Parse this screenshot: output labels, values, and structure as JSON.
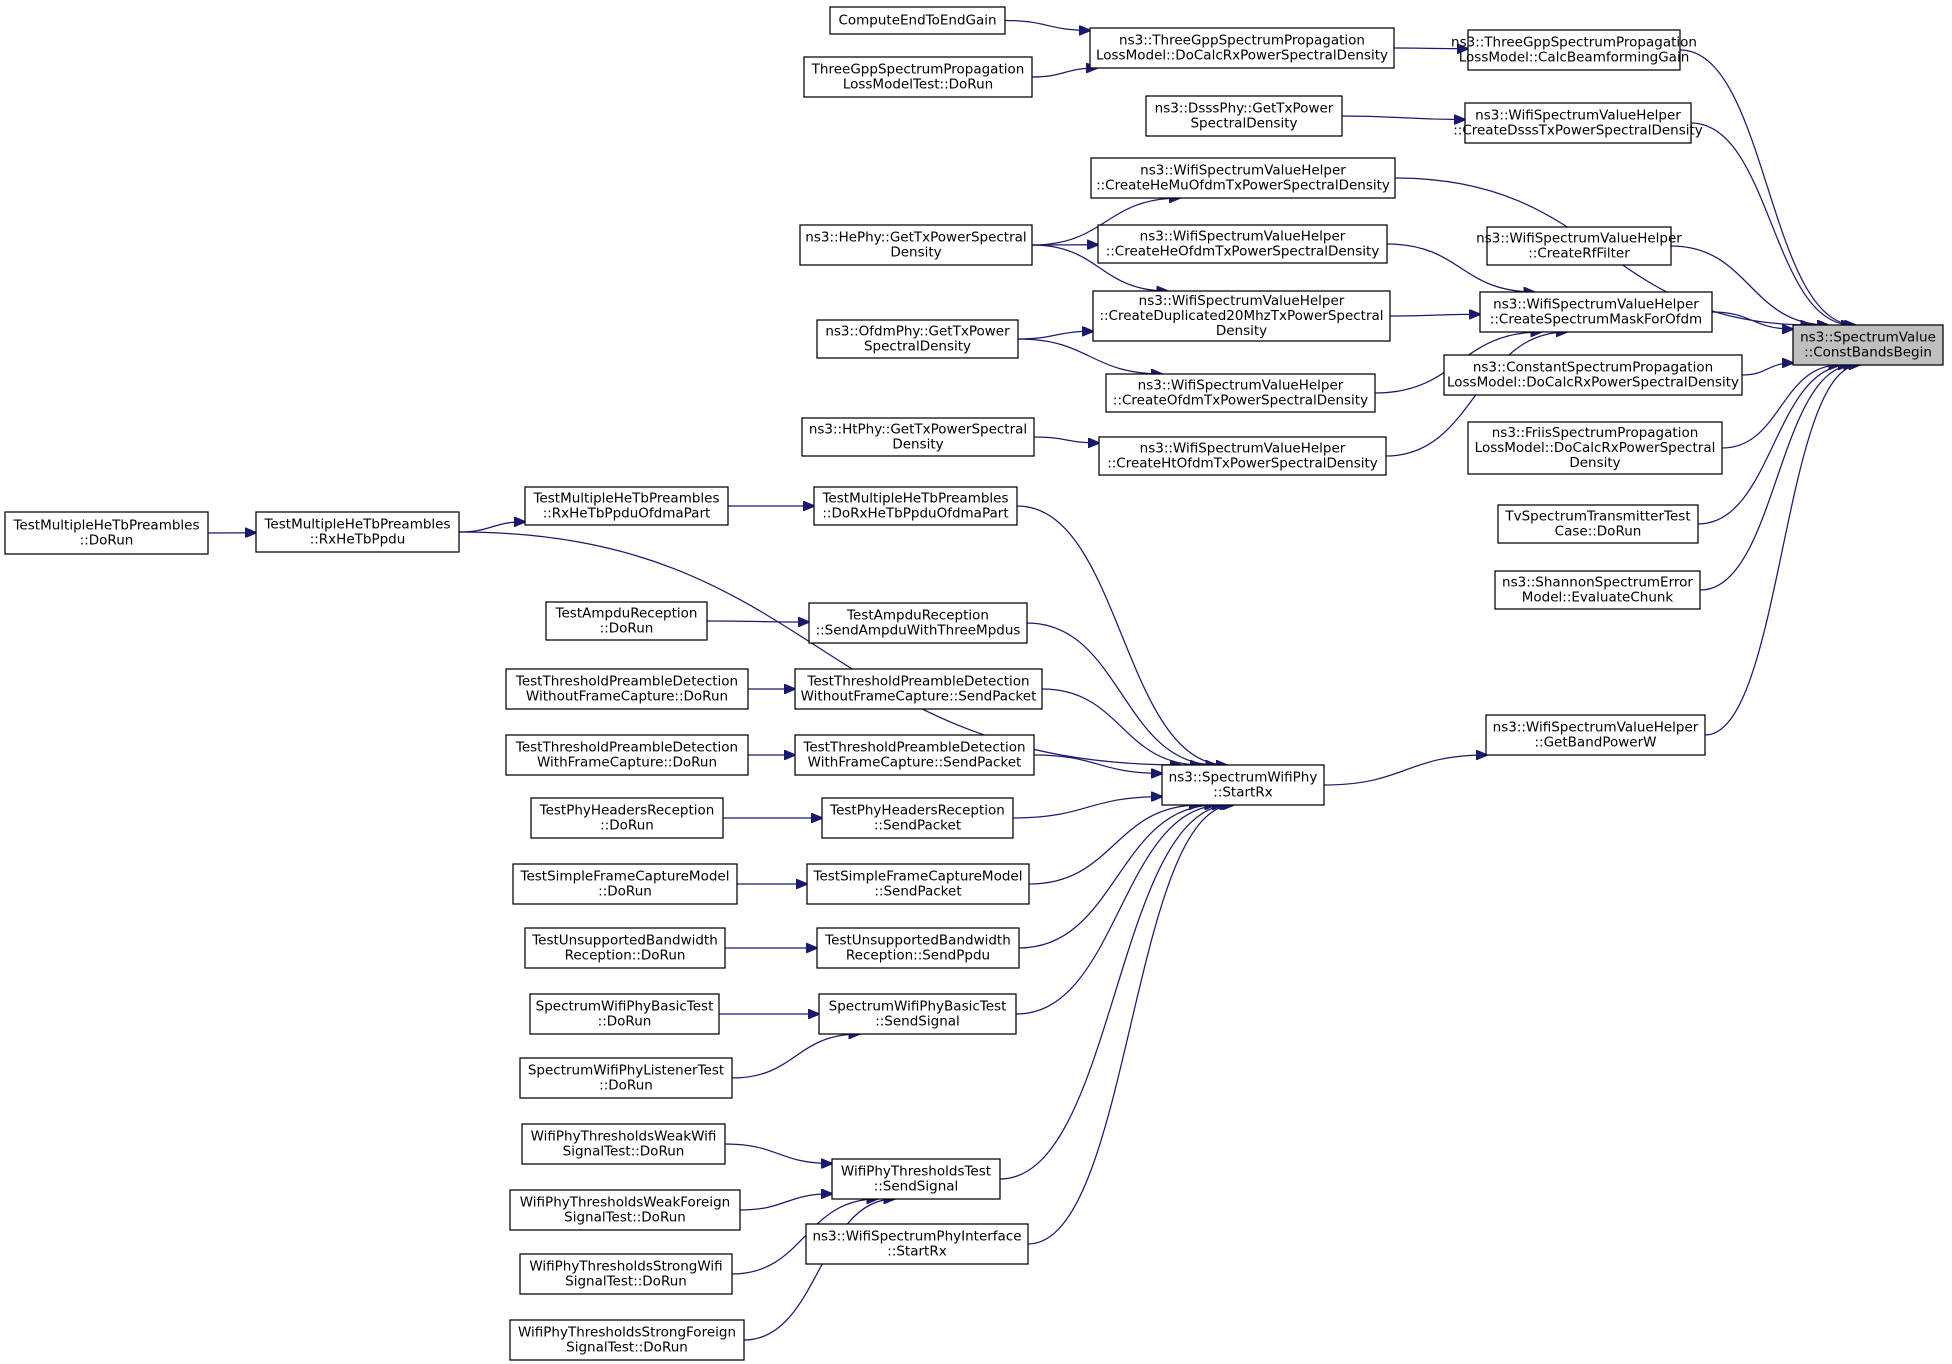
{
  "colors": {
    "edge": "#191970",
    "node_border": "#000000",
    "focus_fill": "#bfbfbf",
    "background": "#ffffff"
  },
  "graph": {
    "nodes": [
      {
        "id": "cbb",
        "lines": [
          "ns3::SpectrumValue",
          "::ConstBandsBegin"
        ],
        "focus": true
      },
      {
        "id": "tg_bf",
        "lines": [
          "ns3::ThreeGppSpectrumPropagation",
          "LossModel::CalcBeamformingGain"
        ]
      },
      {
        "id": "tg_dc",
        "lines": [
          "ns3::ThreeGppSpectrumPropagation",
          "LossModel::DoCalcRxPowerSpectralDensity"
        ]
      },
      {
        "id": "ce2e",
        "lines": [
          "ComputeEndToEndGain"
        ]
      },
      {
        "id": "tgtest",
        "lines": [
          "ThreeGppSpectrumPropagation",
          "LossModelTest::DoRun"
        ]
      },
      {
        "id": "cdsss",
        "lines": [
          "ns3::WifiSpectrumValueHelper",
          "::CreateDsssTxPowerSpectralDensity"
        ]
      },
      {
        "id": "dsssphy",
        "lines": [
          "ns3::DsssPhy::GetTxPower",
          "SpectralDensity"
        ]
      },
      {
        "id": "cmu",
        "lines": [
          "ns3::WifiSpectrumValueHelper",
          "::CreateHeMuOfdmTxPowerSpectralDensity"
        ]
      },
      {
        "id": "hephy",
        "lines": [
          "ns3::HePhy::GetTxPowerSpectral",
          "Density"
        ]
      },
      {
        "id": "crf",
        "lines": [
          "ns3::WifiSpectrumValueHelper",
          "::CreateRfFilter"
        ]
      },
      {
        "id": "che",
        "lines": [
          "ns3::WifiSpectrumValueHelper",
          "::CreateHeOfdmTxPowerSpectralDensity"
        ]
      },
      {
        "id": "cmask",
        "lines": [
          "ns3::WifiSpectrumValueHelper",
          "::CreateSpectrumMaskForOfdm"
        ]
      },
      {
        "id": "cdup",
        "lines": [
          "ns3::WifiSpectrumValueHelper",
          "::CreateDuplicated20MhzTxPowerSpectral",
          "Density"
        ]
      },
      {
        "id": "ofdmphy",
        "lines": [
          "ns3::OfdmPhy::GetTxPower",
          "SpectralDensity"
        ]
      },
      {
        "id": "const",
        "lines": [
          "ns3::ConstantSpectrumPropagation",
          "LossModel::DoCalcRxPowerSpectralDensity"
        ]
      },
      {
        "id": "cofdm",
        "lines": [
          "ns3::WifiSpectrumValueHelper",
          "::CreateOfdmTxPowerSpectralDensity"
        ]
      },
      {
        "id": "friis",
        "lines": [
          "ns3::FriisSpectrumPropagation",
          "LossModel::DoCalcRxPowerSpectral",
          "Density"
        ]
      },
      {
        "id": "htphy",
        "lines": [
          "ns3::HtPhy::GetTxPowerSpectral",
          "Density"
        ]
      },
      {
        "id": "cht",
        "lines": [
          "ns3::WifiSpectrumValueHelper",
          "::CreateHtOfdmTxPowerSpectralDensity"
        ]
      },
      {
        "id": "tmhe_dorun",
        "lines": [
          "TestMultipleHeTbPreambles",
          "::DoRun"
        ]
      },
      {
        "id": "tmhe_rx",
        "lines": [
          "TestMultipleHeTbPreambles",
          "::RxHeTbPpdu"
        ]
      },
      {
        "id": "tmhe_rxofdma",
        "lines": [
          "TestMultipleHeTbPreambles",
          "::RxHeTbPpduOfdmaPart"
        ]
      },
      {
        "id": "tmhe_dorx",
        "lines": [
          "TestMultipleHeTbPreambles",
          "::DoRxHeTbPpduOfdmaPart"
        ]
      },
      {
        "id": "tv",
        "lines": [
          "TvSpectrumTransmitterTest",
          "Case::DoRun"
        ]
      },
      {
        "id": "shannon",
        "lines": [
          "ns3::ShannonSpectrumError",
          "Model::EvaluateChunk"
        ]
      },
      {
        "id": "ampdu_dorun",
        "lines": [
          "TestAmpduReception",
          "::DoRun"
        ]
      },
      {
        "id": "ampdu_send",
        "lines": [
          "TestAmpduReception",
          "::SendAmpduWithThreeMpdus"
        ]
      },
      {
        "id": "tpwo_dorun",
        "lines": [
          "TestThresholdPreambleDetection",
          "WithoutFrameCapture::DoRun"
        ]
      },
      {
        "id": "tpwo_send",
        "lines": [
          "TestThresholdPreambleDetection",
          "WithoutFrameCapture::SendPacket"
        ]
      },
      {
        "id": "gbp",
        "lines": [
          "ns3::WifiSpectrumValueHelper",
          "::GetBandPowerW"
        ]
      },
      {
        "id": "tpw_dorun",
        "lines": [
          "TestThresholdPreambleDetection",
          "WithFrameCapture::DoRun"
        ]
      },
      {
        "id": "tpw_send",
        "lines": [
          "TestThresholdPreambleDetection",
          "WithFrameCapture::SendPacket"
        ]
      },
      {
        "id": "startrx",
        "lines": [
          "ns3::SpectrumWifiPhy",
          "::StartRx"
        ]
      },
      {
        "id": "phr_dorun",
        "lines": [
          "TestPhyHeadersReception",
          "::DoRun"
        ]
      },
      {
        "id": "phr_send",
        "lines": [
          "TestPhyHeadersReception",
          "::SendPacket"
        ]
      },
      {
        "id": "sfc_dorun",
        "lines": [
          "TestSimpleFrameCaptureModel",
          "::DoRun"
        ]
      },
      {
        "id": "sfc_send",
        "lines": [
          "TestSimpleFrameCaptureModel",
          "::SendPacket"
        ]
      },
      {
        "id": "ub_dorun",
        "lines": [
          "TestUnsupportedBandwidth",
          "Reception::DoRun"
        ]
      },
      {
        "id": "ub_send",
        "lines": [
          "TestUnsupportedBandwidth",
          "Reception::SendPpdu"
        ]
      },
      {
        "id": "swb_dorun",
        "lines": [
          "SpectrumWifiPhyBasicTest",
          "::DoRun"
        ]
      },
      {
        "id": "swb_send",
        "lines": [
          "SpectrumWifiPhyBasicTest",
          "::SendSignal"
        ]
      },
      {
        "id": "swl_dorun",
        "lines": [
          "SpectrumWifiPhyListenerTest",
          "::DoRun"
        ]
      },
      {
        "id": "wwwifi",
        "lines": [
          "WifiPhyThresholdsWeakWifi",
          "SignalTest::DoRun"
        ]
      },
      {
        "id": "wt_send",
        "lines": [
          "WifiPhyThresholdsTest",
          "::SendSignal"
        ]
      },
      {
        "id": "wwforeign",
        "lines": [
          "WifiPhyThresholdsWeakForeign",
          "SignalTest::DoRun"
        ]
      },
      {
        "id": "wsiface",
        "lines": [
          "ns3::WifiSpectrumPhyInterface",
          "::StartRx"
        ]
      },
      {
        "id": "swifi",
        "lines": [
          "WifiPhyThresholdsStrongWifi",
          "SignalTest::DoRun"
        ]
      },
      {
        "id": "sforeign",
        "lines": [
          "WifiPhyThresholdsStrongForeign",
          "SignalTest::DoRun"
        ]
      }
    ],
    "edges": [
      [
        "tg_bf",
        "cbb"
      ],
      [
        "cdsss",
        "cbb"
      ],
      [
        "cmu",
        "cbb"
      ],
      [
        "crf",
        "cbb"
      ],
      [
        "cmask",
        "cbb"
      ],
      [
        "const",
        "cbb"
      ],
      [
        "friis",
        "cbb"
      ],
      [
        "tv",
        "cbb"
      ],
      [
        "shannon",
        "cbb"
      ],
      [
        "gbp",
        "cbb"
      ],
      [
        "tg_dc",
        "tg_bf"
      ],
      [
        "ce2e",
        "tg_dc"
      ],
      [
        "tgtest",
        "tg_dc"
      ],
      [
        "dsssphy",
        "cdsss"
      ],
      [
        "hephy",
        "cmu"
      ],
      [
        "hephy",
        "che"
      ],
      [
        "hephy",
        "cdup"
      ],
      [
        "che",
        "cmask"
      ],
      [
        "cdup",
        "cmask"
      ],
      [
        "cofdm",
        "cmask"
      ],
      [
        "cht",
        "cmask"
      ],
      [
        "ofdmphy",
        "cdup"
      ],
      [
        "ofdmphy",
        "cofdm"
      ],
      [
        "htphy",
        "cht"
      ],
      [
        "startrx",
        "gbp"
      ],
      [
        "tmhe_rx",
        "startrx"
      ],
      [
        "tmhe_dorx",
        "startrx"
      ],
      [
        "ampdu_send",
        "startrx"
      ],
      [
        "tpwo_send",
        "startrx"
      ],
      [
        "tpw_send",
        "startrx"
      ],
      [
        "phr_send",
        "startrx"
      ],
      [
        "sfc_send",
        "startrx"
      ],
      [
        "ub_send",
        "startrx"
      ],
      [
        "swb_send",
        "startrx"
      ],
      [
        "wt_send",
        "startrx"
      ],
      [
        "wsiface",
        "startrx"
      ],
      [
        "tmhe_dorun",
        "tmhe_rx"
      ],
      [
        "tmhe_rx",
        "tmhe_rxofdma"
      ],
      [
        "tmhe_rxofdma",
        "tmhe_dorx"
      ],
      [
        "ampdu_dorun",
        "ampdu_send"
      ],
      [
        "tpwo_dorun",
        "tpwo_send"
      ],
      [
        "tpw_dorun",
        "tpw_send"
      ],
      [
        "phr_dorun",
        "phr_send"
      ],
      [
        "sfc_dorun",
        "sfc_send"
      ],
      [
        "ub_dorun",
        "ub_send"
      ],
      [
        "swb_dorun",
        "swb_send"
      ],
      [
        "swl_dorun",
        "swb_send"
      ],
      [
        "wwwifi",
        "wt_send"
      ],
      [
        "wwforeign",
        "wt_send"
      ],
      [
        "swifi",
        "wt_send"
      ],
      [
        "sforeign",
        "wt_send"
      ]
    ]
  }
}
